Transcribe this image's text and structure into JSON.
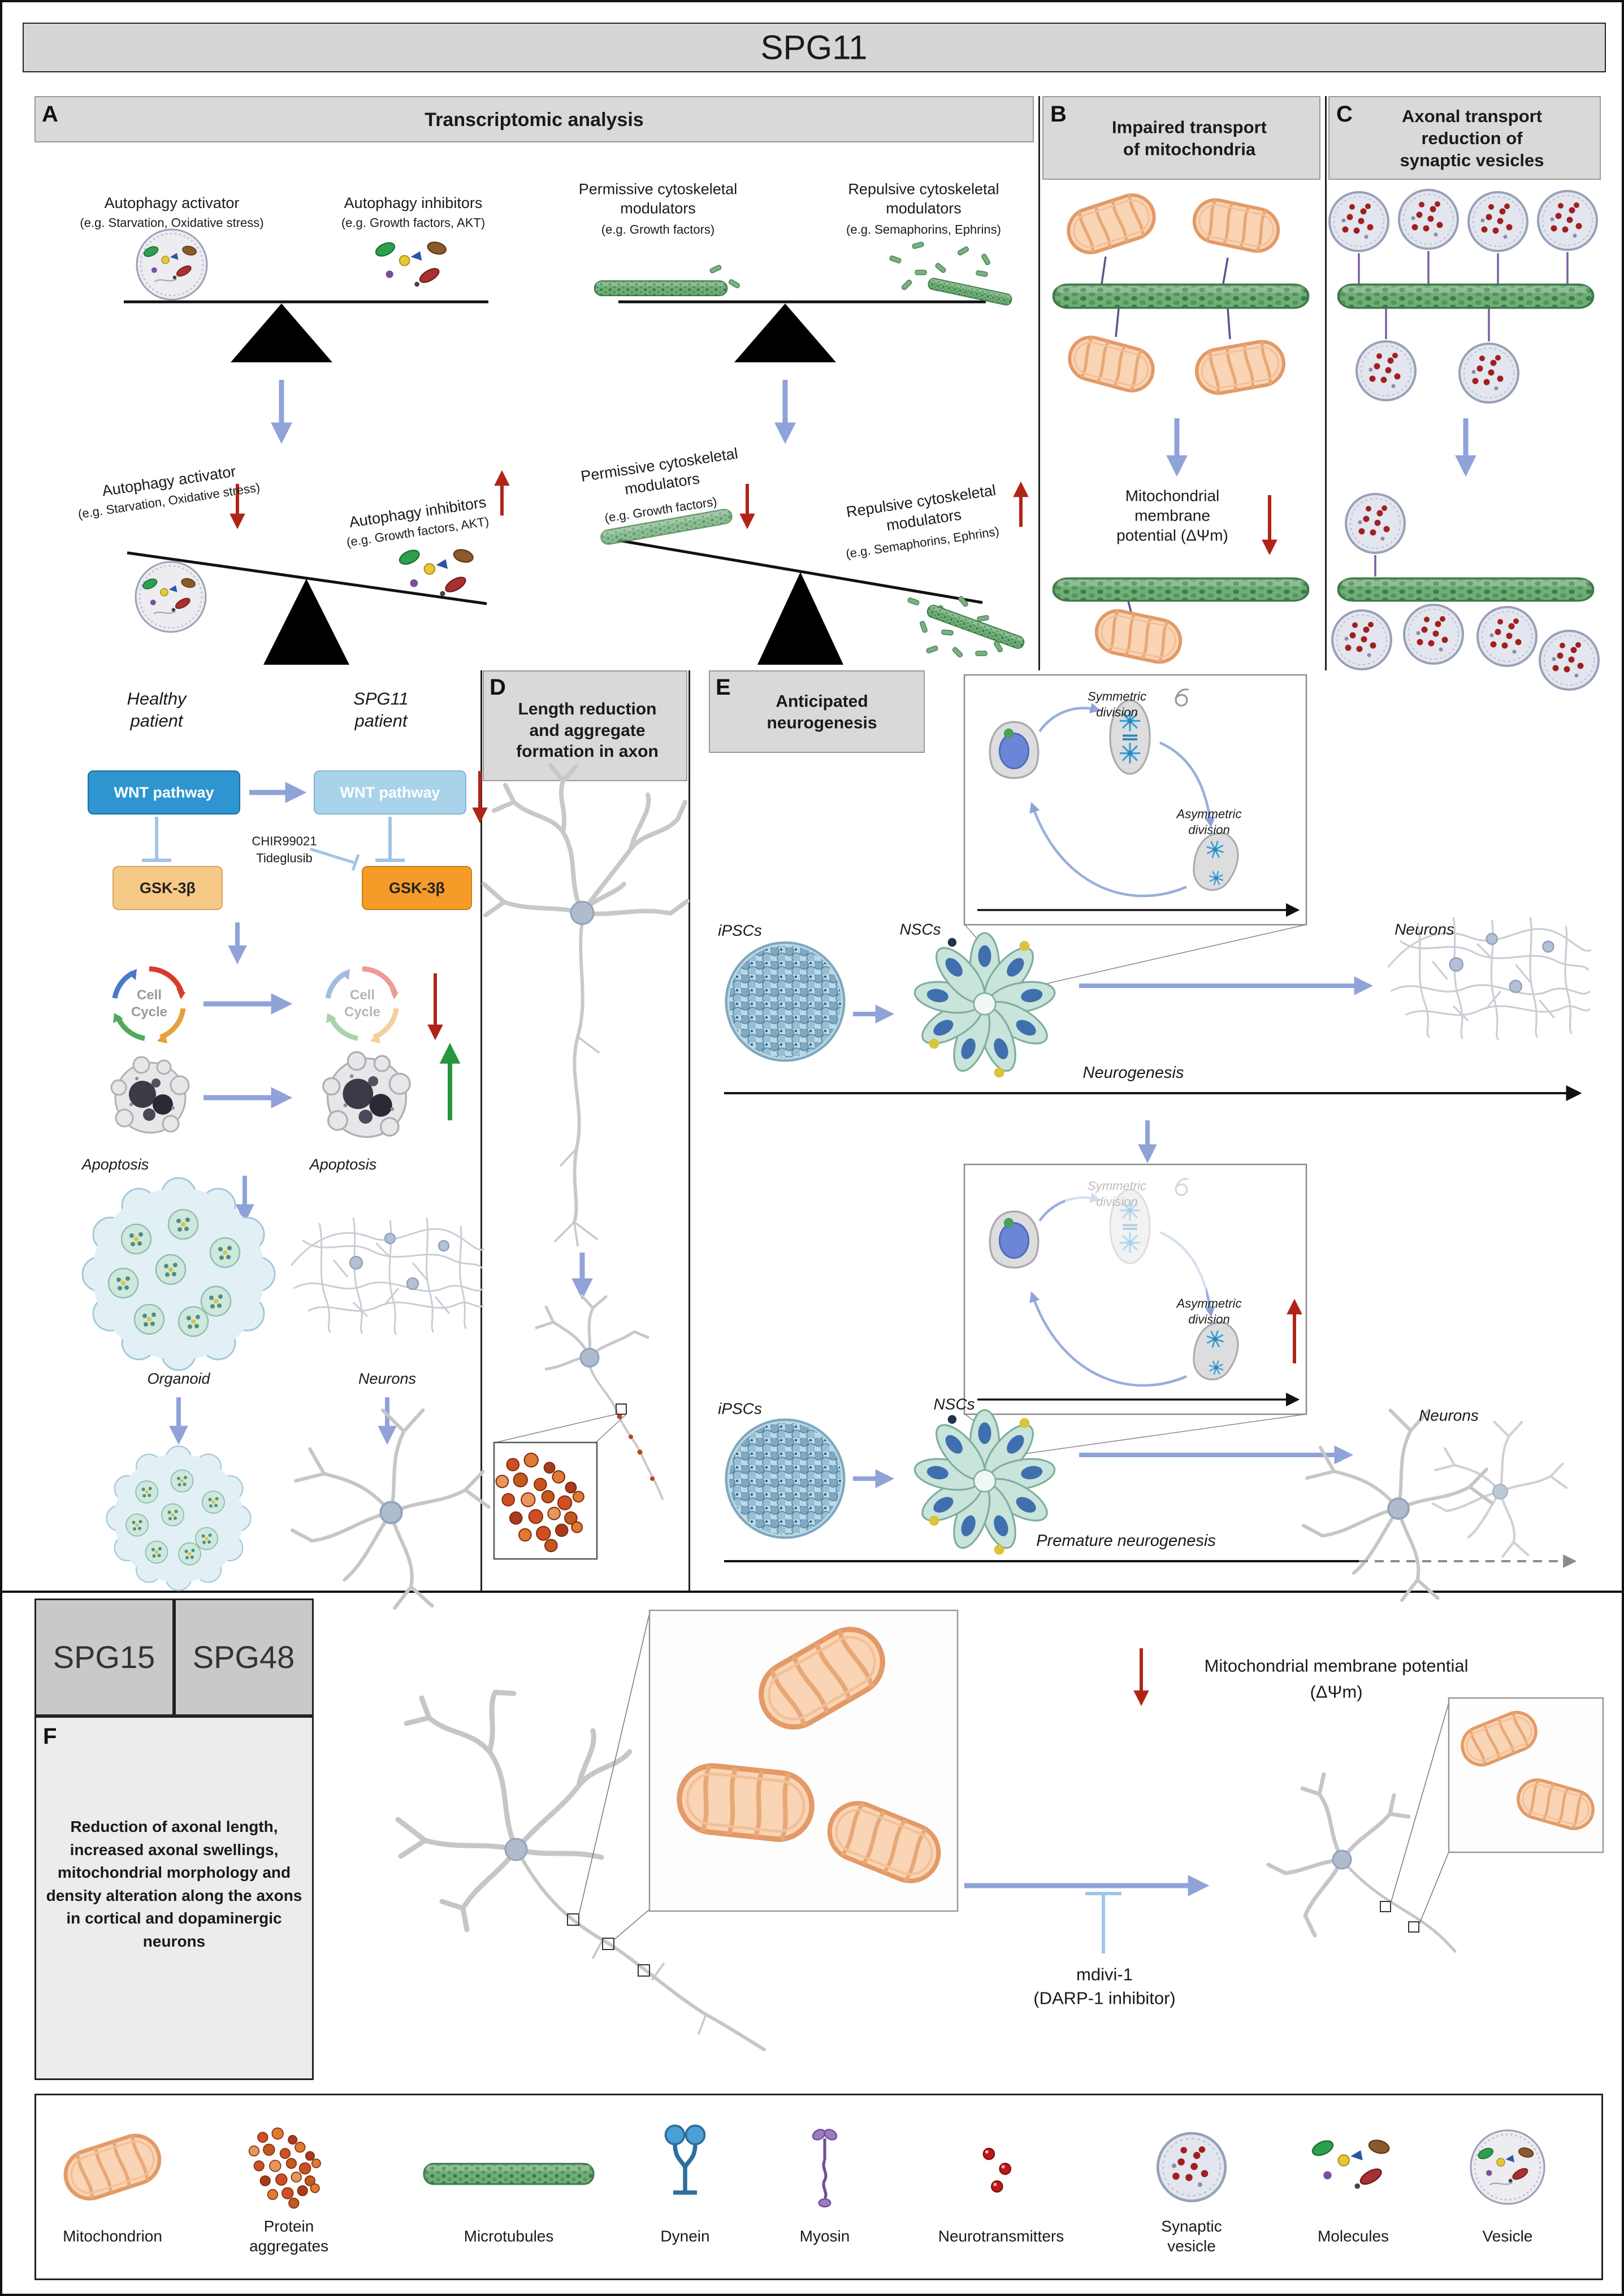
{
  "title": "SPG11",
  "panelA": {
    "letter": "A",
    "title": "Transcriptomic analysis",
    "autophagy_activator": "Autophagy activator",
    "autophagy_activator_sub": "(e.g. Starvation, Oxidative stress)",
    "autophagy_inhibitors": "Autophagy inhibitors",
    "autophagy_inhibitors_sub": "(e.g. Growth factors, AKT)",
    "permissive": "Permissive cytoskeletal\nmodulators",
    "permissive_sub": "(e.g. Growth factors)",
    "repulsive": "Repulsive cytoskeletal\nmodulators",
    "repulsive_sub": "(e.g. Semaphorins, Ephrins)",
    "healthy_patient": "Healthy\npatient",
    "spg11_patient": "SPG11\npatient",
    "wnt_pathway": "WNT pathway",
    "gsk3b": "GSK-3β",
    "drug1": "CHIR99021",
    "drug2": "Tideglusib",
    "cell_cycle": "Cell\nCycle",
    "apoptosis": "Apoptosis",
    "organoid": "Organoid",
    "neurons": "Neurons"
  },
  "panelB": {
    "letter": "B",
    "title": "Impaired transport\nof mitochondria",
    "caption": "Mitochondrial\nmembrane\npotential (ΔΨm)"
  },
  "panelC": {
    "letter": "C",
    "title": "Axonal transport\nreduction of\nsynaptic vesicles"
  },
  "panelD": {
    "letter": "D",
    "title": "Length reduction\nand aggregate\nformation in axon"
  },
  "panelE": {
    "letter": "E",
    "title": "Anticipated\nneurogenesis",
    "symmetric_division": "Symmetric\ndivision",
    "asymmetric_division": "Asymmetric\ndivision",
    "ipscs": "iPSCs",
    "nscs": "NSCs",
    "neurons": "Neurons",
    "neurogenesis": "Neurogenesis",
    "premature_neurogenesis": "Premature neurogenesis"
  },
  "panelF": {
    "spg15": "SPG15",
    "spg48": "SPG48",
    "letter": "F",
    "description": "Reduction of axonal length, increased axonal swellings, mitochondrial morphology and density alteration along the axons in cortical and dopaminergic neurons",
    "mmp": "Mitochondrial membrane potential",
    "mmp_sub": "(ΔΨm)",
    "mdivi": "mdivi-1",
    "mdivi_sub": "(DARP-1 inhibitor)"
  },
  "legend": {
    "items": [
      {
        "name": "mitochondrion",
        "label": "Mitochondrion"
      },
      {
        "name": "protein-aggregates",
        "label": "Protein\naggregates"
      },
      {
        "name": "microtubules",
        "label": "Microtubules"
      },
      {
        "name": "dynein",
        "label": "Dynein"
      },
      {
        "name": "myosin",
        "label": "Myosin"
      },
      {
        "name": "neurotransmitters",
        "label": "Neurotransmitters"
      },
      {
        "name": "synaptic-vesicle",
        "label": "Synaptic\nvesicle"
      },
      {
        "name": "molecules",
        "label": "Molecules"
      },
      {
        "name": "vesicle",
        "label": "Vesicle"
      }
    ]
  },
  "colors": {
    "arrow_blue": "#8fa3d8",
    "arrow_red": "#b02418",
    "arrow_green": "#27963f",
    "inhibit_blue": "#9fc5e8",
    "wnt_healthy": "#2e95d0",
    "wnt_spg11": "#a9d3e9",
    "gsk_healthy": "#f6c986",
    "gsk_spg11": "#f59b27",
    "microtubule_green": "#6fae77",
    "mitochondrion_orange": "#f9d4b5",
    "header_gray": "#d9d9d9"
  }
}
